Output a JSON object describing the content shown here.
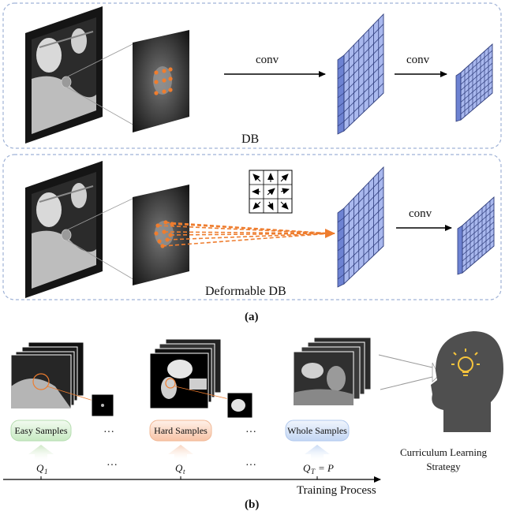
{
  "panel_a": {
    "db_label": "DB",
    "deformable_label": "Deformable DB",
    "conv1": "conv",
    "conv2": "conv",
    "conv3": "conv",
    "caption": "(a)"
  },
  "panel_b": {
    "easy": "Easy Samples",
    "hard": "Hard Samples",
    "whole": "Whole Samples",
    "ellipsis": "···",
    "q1": "Q",
    "q1_sub": "1",
    "qt": "Q",
    "qt_sub": "t",
    "qT": "Q",
    "qT_sub": "T",
    "qT_eq": "= P",
    "axis_label": "Training Process",
    "strategy_line1": "Curriculum Learning",
    "strategy_line2": "Strategy",
    "caption": "(b)"
  },
  "colors": {
    "grid_fill": "#a9b8ee",
    "grid_side": "#6d82d2",
    "dot": "#ee7d2f",
    "easy": "#7cc47f",
    "hard": "#f0a17a",
    "whole": "#88aee6",
    "head": "#4f4f4f",
    "bulb": "#f6c43c"
  }
}
